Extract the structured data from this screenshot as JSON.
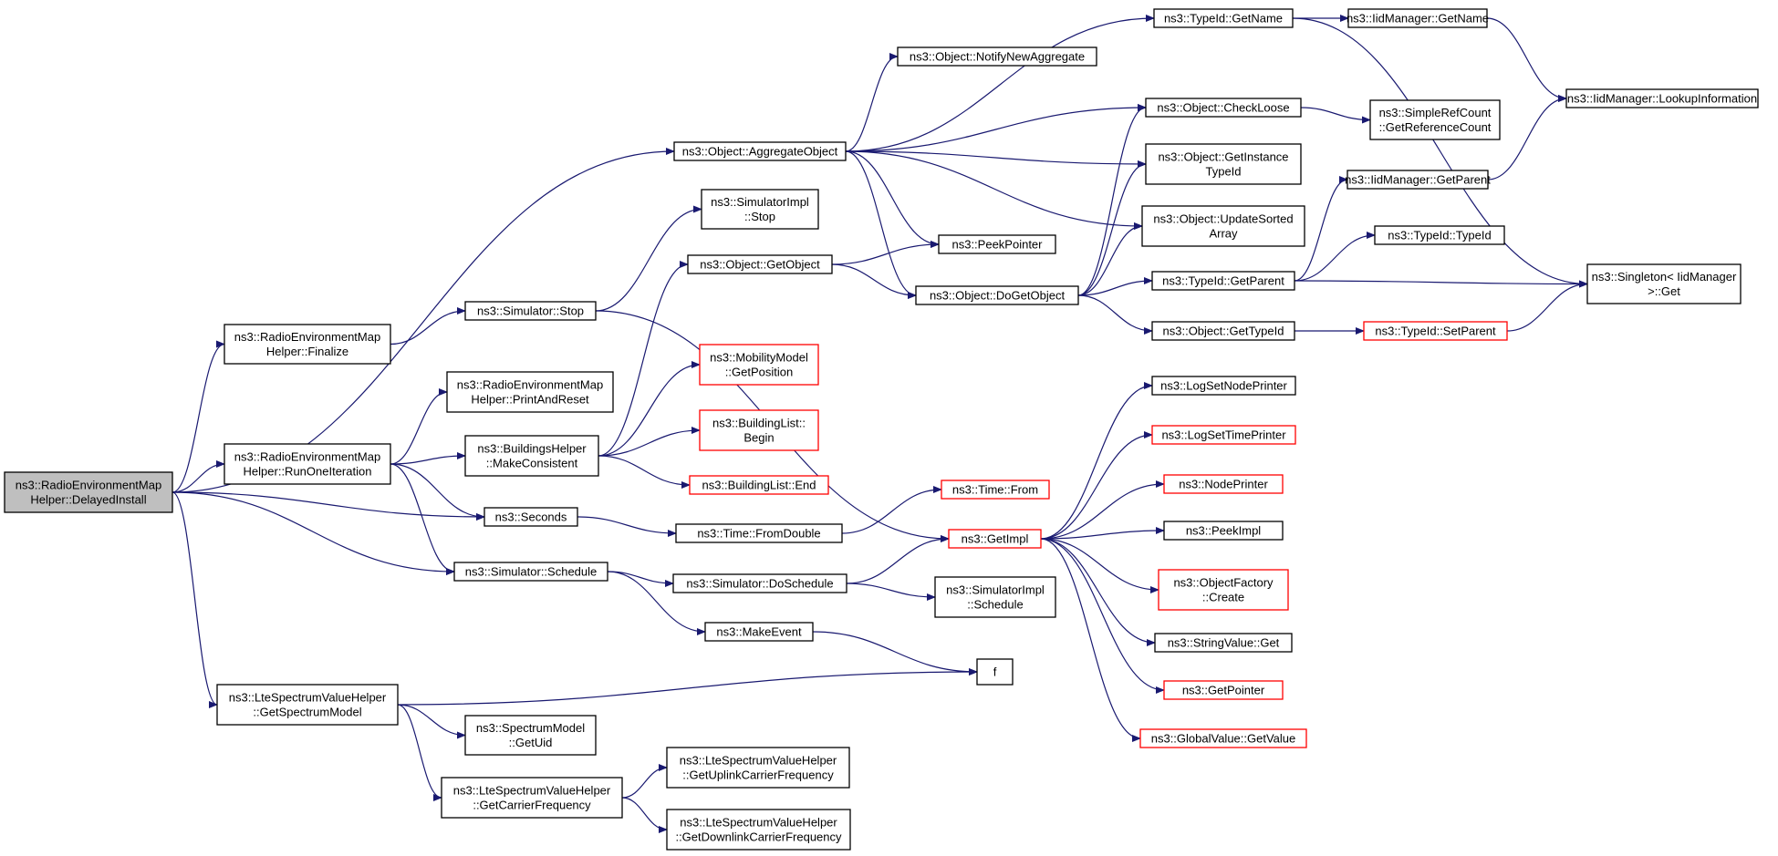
{
  "nodes": [
    {
      "id": "root",
      "lines": [
        "ns3::RadioEnvironmentMap",
        "Helper::DelayedInstall"
      ],
      "red": false,
      "root": true
    },
    {
      "id": "aggregate",
      "lines": [
        "ns3::Object::AggregateObject"
      ],
      "red": false
    },
    {
      "id": "finalize",
      "lines": [
        "ns3::RadioEnvironmentMap",
        "Helper::Finalize"
      ],
      "red": false
    },
    {
      "id": "runone",
      "lines": [
        "ns3::RadioEnvironmentMap",
        "Helper::RunOneIteration"
      ],
      "red": false
    },
    {
      "id": "seconds",
      "lines": [
        "ns3::Seconds"
      ],
      "red": false
    },
    {
      "id": "schedule",
      "lines": [
        "ns3::Simulator::Schedule"
      ],
      "red": false
    },
    {
      "id": "ltegsm",
      "lines": [
        "ns3::LteSpectrumValueHelper",
        "::GetSpectrumModel"
      ],
      "red": false
    },
    {
      "id": "simstop",
      "lines": [
        "ns3::Simulator::Stop"
      ],
      "red": false
    },
    {
      "id": "printreset",
      "lines": [
        "ns3::RadioEnvironmentMap",
        "Helper::PrintAndReset"
      ],
      "red": false
    },
    {
      "id": "makeconsistent",
      "lines": [
        "ns3::BuildingsHelper",
        "::MakeConsistent"
      ],
      "red": false
    },
    {
      "id": "getuid",
      "lines": [
        "ns3::SpectrumModel",
        "::GetUid"
      ],
      "red": false
    },
    {
      "id": "getcarrier",
      "lines": [
        "ns3::LteSpectrumValueHelper",
        "::GetCarrierFrequency"
      ],
      "red": false
    },
    {
      "id": "simimplstop",
      "lines": [
        "ns3::SimulatorImpl",
        "::Stop"
      ],
      "red": false
    },
    {
      "id": "getobject",
      "lines": [
        "ns3::Object::GetObject"
      ],
      "red": false
    },
    {
      "id": "mobility",
      "lines": [
        "ns3::MobilityModel",
        "::GetPosition"
      ],
      "red": true
    },
    {
      "id": "blbegin",
      "lines": [
        "ns3::BuildingList::",
        "Begin"
      ],
      "red": true
    },
    {
      "id": "blend",
      "lines": [
        "ns3::BuildingList::End"
      ],
      "red": true
    },
    {
      "id": "fromdouble",
      "lines": [
        "ns3::Time::FromDouble"
      ],
      "red": false
    },
    {
      "id": "doschedule",
      "lines": [
        "ns3::Simulator::DoSchedule"
      ],
      "red": false
    },
    {
      "id": "makeevent",
      "lines": [
        "ns3::MakeEvent"
      ],
      "red": false
    },
    {
      "id": "uplink",
      "lines": [
        "ns3::LteSpectrumValueHelper",
        "::GetUplinkCarrierFrequency"
      ],
      "red": false
    },
    {
      "id": "downlink",
      "lines": [
        "ns3::LteSpectrumValueHelper",
        "::GetDownlinkCarrierFrequency"
      ],
      "red": false
    },
    {
      "id": "notifyagg",
      "lines": [
        "ns3::Object::NotifyNewAggregate"
      ],
      "red": false
    },
    {
      "id": "peekpointer",
      "lines": [
        "ns3::PeekPointer"
      ],
      "red": false
    },
    {
      "id": "dogetobject",
      "lines": [
        "ns3::Object::DoGetObject"
      ],
      "red": false
    },
    {
      "id": "timefrom",
      "lines": [
        "ns3::Time::From"
      ],
      "red": true
    },
    {
      "id": "getimpl",
      "lines": [
        "ns3::GetImpl"
      ],
      "red": true
    },
    {
      "id": "simimplsched",
      "lines": [
        "ns3::SimulatorImpl",
        "::Schedule"
      ],
      "red": false
    },
    {
      "id": "f",
      "lines": [
        "f"
      ],
      "red": false
    },
    {
      "id": "tidgetname",
      "lines": [
        "ns3::TypeId::GetName"
      ],
      "red": false
    },
    {
      "id": "checkloose",
      "lines": [
        "ns3::Object::CheckLoose"
      ],
      "red": false
    },
    {
      "id": "getinstance",
      "lines": [
        "ns3::Object::GetInstance",
        "TypeId"
      ],
      "red": false
    },
    {
      "id": "updatesorted",
      "lines": [
        "ns3::Object::UpdateSorted",
        "Array"
      ],
      "red": false
    },
    {
      "id": "tidgetparent",
      "lines": [
        "ns3::TypeId::GetParent"
      ],
      "red": false
    },
    {
      "id": "objgettypeid",
      "lines": [
        "ns3::Object::GetTypeId"
      ],
      "red": false
    },
    {
      "id": "lognodeprinter",
      "lines": [
        "ns3::LogSetNodePrinter"
      ],
      "red": false
    },
    {
      "id": "logtimeprinter",
      "lines": [
        "ns3::LogSetTimePrinter"
      ],
      "red": true
    },
    {
      "id": "nodeprinter",
      "lines": [
        "ns3::NodePrinter"
      ],
      "red": true
    },
    {
      "id": "peekimpl",
      "lines": [
        "ns3::PeekImpl"
      ],
      "red": false
    },
    {
      "id": "objfactory",
      "lines": [
        "ns3::ObjectFactory",
        "::Create"
      ],
      "red": true
    },
    {
      "id": "stringget",
      "lines": [
        "ns3::StringValue::Get"
      ],
      "red": false
    },
    {
      "id": "getpointer",
      "lines": [
        "ns3::GetPointer"
      ],
      "red": true
    },
    {
      "id": "globalvalue",
      "lines": [
        "ns3::GlobalValue::GetValue"
      ],
      "red": true
    },
    {
      "id": "iidgetname",
      "lines": [
        "ns3::IidManager::GetName"
      ],
      "red": false
    },
    {
      "id": "simplerefcount",
      "lines": [
        "ns3::SimpleRefCount",
        "::GetReferenceCount"
      ],
      "red": false
    },
    {
      "id": "iidgetparent",
      "lines": [
        "ns3::IidManager::GetParent"
      ],
      "red": false
    },
    {
      "id": "tidtypeid",
      "lines": [
        "ns3::TypeId::TypeId"
      ],
      "red": false
    },
    {
      "id": "tidsetparent",
      "lines": [
        "ns3::TypeId::SetParent"
      ],
      "red": true
    },
    {
      "id": "lookupinfo",
      "lines": [
        "ns3::IidManager::LookupInformation"
      ],
      "red": false
    },
    {
      "id": "singleton",
      "lines": [
        "ns3::Singleton< IidManager",
        " >::Get"
      ],
      "red": false
    }
  ],
  "edges": [
    [
      "root",
      "aggregate"
    ],
    [
      "root",
      "finalize"
    ],
    [
      "root",
      "runone"
    ],
    [
      "root",
      "seconds"
    ],
    [
      "root",
      "schedule"
    ],
    [
      "root",
      "ltegsm"
    ],
    [
      "finalize",
      "simstop"
    ],
    [
      "runone",
      "printreset"
    ],
    [
      "runone",
      "makeconsistent"
    ],
    [
      "runone",
      "seconds"
    ],
    [
      "runone",
      "schedule"
    ],
    [
      "ltegsm",
      "getuid"
    ],
    [
      "ltegsm",
      "getcarrier"
    ],
    [
      "ltegsm",
      "f"
    ],
    [
      "simstop",
      "simimplstop"
    ],
    [
      "simstop",
      "getimpl"
    ],
    [
      "makeconsistent",
      "getobject"
    ],
    [
      "makeconsistent",
      "mobility"
    ],
    [
      "makeconsistent",
      "blbegin"
    ],
    [
      "makeconsistent",
      "blend"
    ],
    [
      "seconds",
      "fromdouble"
    ],
    [
      "schedule",
      "doschedule"
    ],
    [
      "schedule",
      "makeevent"
    ],
    [
      "getcarrier",
      "uplink"
    ],
    [
      "getcarrier",
      "downlink"
    ],
    [
      "aggregate",
      "tidgetname"
    ],
    [
      "aggregate",
      "notifyagg"
    ],
    [
      "aggregate",
      "checkloose"
    ],
    [
      "aggregate",
      "getinstance"
    ],
    [
      "aggregate",
      "updatesorted"
    ],
    [
      "aggregate",
      "peekpointer"
    ],
    [
      "aggregate",
      "dogetobject"
    ],
    [
      "getobject",
      "peekpointer"
    ],
    [
      "getobject",
      "dogetobject"
    ],
    [
      "fromdouble",
      "timefrom"
    ],
    [
      "doschedule",
      "getimpl"
    ],
    [
      "doschedule",
      "simimplsched"
    ],
    [
      "makeevent",
      "f"
    ],
    [
      "dogetobject",
      "checkloose"
    ],
    [
      "dogetobject",
      "getinstance"
    ],
    [
      "dogetobject",
      "updatesorted"
    ],
    [
      "dogetobject",
      "tidgetparent"
    ],
    [
      "dogetobject",
      "objgettypeid"
    ],
    [
      "getimpl",
      "lognodeprinter"
    ],
    [
      "getimpl",
      "logtimeprinter"
    ],
    [
      "getimpl",
      "nodeprinter"
    ],
    [
      "getimpl",
      "peekimpl"
    ],
    [
      "getimpl",
      "objfactory"
    ],
    [
      "getimpl",
      "stringget"
    ],
    [
      "getimpl",
      "getpointer"
    ],
    [
      "getimpl",
      "globalvalue"
    ],
    [
      "tidgetname",
      "iidgetname"
    ],
    [
      "tidgetname",
      "singleton"
    ],
    [
      "checkloose",
      "simplerefcount"
    ],
    [
      "tidgetparent",
      "iidgetparent"
    ],
    [
      "tidgetparent",
      "tidtypeid"
    ],
    [
      "tidgetparent",
      "singleton"
    ],
    [
      "objgettypeid",
      "tidsetparent"
    ],
    [
      "iidgetname",
      "lookupinfo"
    ],
    [
      "iidgetparent",
      "lookupinfo"
    ],
    [
      "tidsetparent",
      "singleton"
    ]
  ]
}
